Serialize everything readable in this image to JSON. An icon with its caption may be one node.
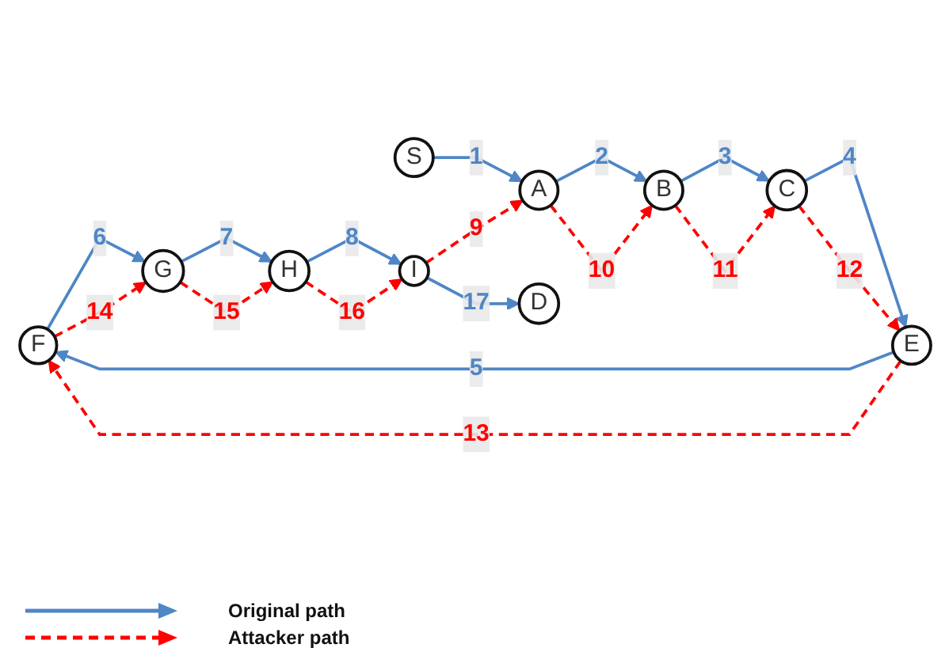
{
  "diagram": {
    "nodes": [
      {
        "text": [
          "F"
        ]
      },
      {
        "text": [
          "E"
        ]
      },
      {
        "text": [
          "C"
        ]
      },
      {
        "text": [
          "B"
        ]
      },
      {
        "text": [
          "G"
        ]
      },
      {
        "text": [
          "H"
        ]
      },
      {
        "text": [
          "I"
        ]
      },
      {
        "text": [
          "A"
        ]
      },
      {
        "text": [
          "D"
        ]
      },
      {
        "text": [
          "S"
        ]
      }
    ],
    "edges": [
      {
        "from": 9,
        "to": 7,
        "arrow": "to",
        "label": "1"
      },
      {
        "from": 7,
        "to": 3,
        "arrow": "to",
        "label": "2"
      },
      {
        "from": 3,
        "to": 2,
        "arrow": "to",
        "label": "3"
      },
      {
        "from": 2,
        "to": 1,
        "arrow": "to",
        "label": "4"
      },
      {
        "from": 1,
        "to": 0,
        "arrow": "to",
        "label": "5"
      },
      {
        "from": 0,
        "to": 4,
        "arrow": "to",
        "label": "6"
      },
      {
        "from": 4,
        "to": 5,
        "arrow": "to",
        "label": "7"
      },
      {
        "from": 5,
        "to": 6,
        "arrow": "to",
        "label": "8"
      },
      {
        "from": 6,
        "to": 7,
        "arrow": "to",
        "label": "9",
        "style": "dashed",
        "color": "#ff0000"
      },
      {
        "from": 7,
        "to": 3,
        "arrow": "to",
        "label": "10",
        "style": "dashed",
        "color": "#ff0000"
      },
      {
        "from": 3,
        "to": 2,
        "arrow": "to",
        "label": "11",
        "style": "dashed",
        "color": "#ff0000"
      },
      {
        "from": 2,
        "to": 1,
        "arrow": "to",
        "label": "12",
        "style": "dashed",
        "color": "#ff0000"
      },
      {
        "from": 1,
        "to": 0,
        "arrow": "to",
        "label": "13",
        "style": "dashed",
        "color": "#ff0000"
      },
      {
        "from": 0,
        "to": 4,
        "arrow": "to",
        "label": "14",
        "style": "dashed",
        "color": "#ff0000"
      },
      {
        "from": 4,
        "to": 5,
        "arrow": "to",
        "label": "15",
        "style": "dashed",
        "color": "#ff0000"
      },
      {
        "from": 5,
        "to": 6,
        "arrow": "to",
        "label": "16",
        "style": "dashed",
        "color": "#ff0000"
      },
      {
        "from": 6,
        "to": 8,
        "arrow": "to",
        "label": "17"
      }
    ],
    "legend": [
      {
        "text": "Original path"
      },
      {
        "text": "Attacker path"
      }
    ]
  }
}
